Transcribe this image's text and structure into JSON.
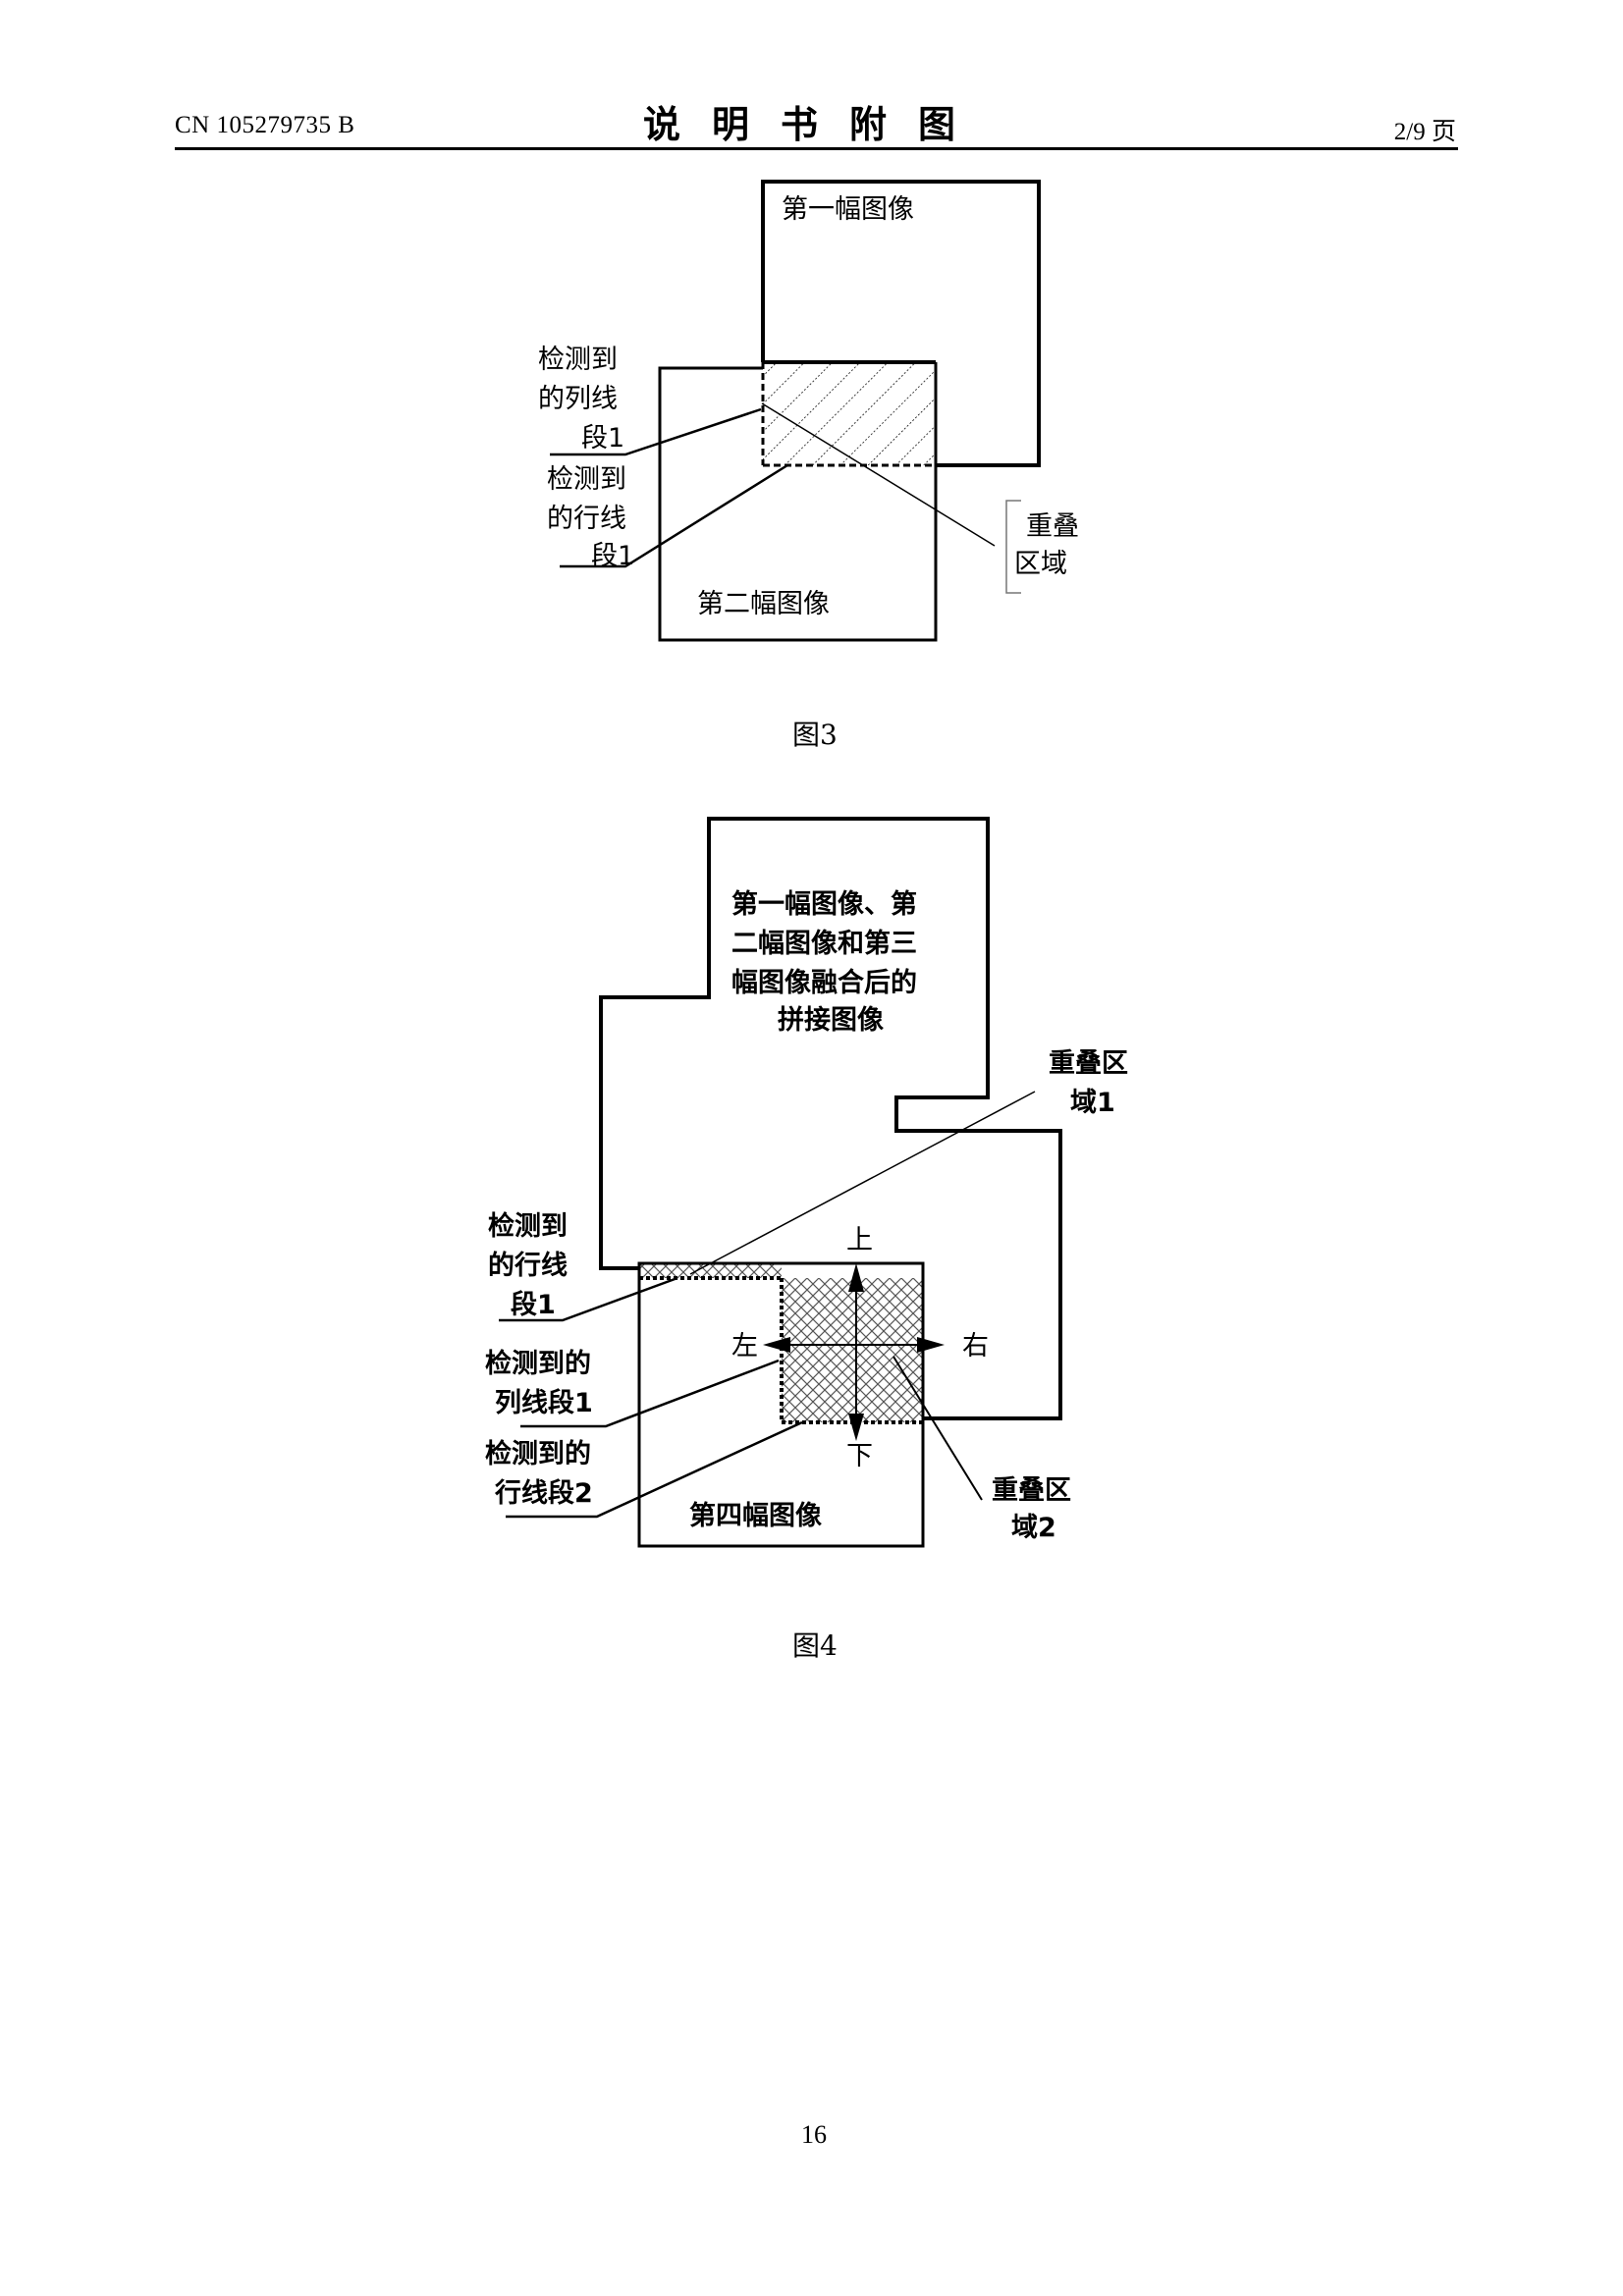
{
  "header": {
    "patent_number": "CN 105279735 B",
    "title": "说明书附图",
    "page_indicator": "2/9 页"
  },
  "figures": [
    {
      "caption": "图3",
      "labels": {
        "first_image": "第一幅图像",
        "second_image": "第二幅图像",
        "column_segment": [
          "检测到",
          "的列线",
          "段1"
        ],
        "row_segment": [
          "检测到",
          "的行线",
          "段1"
        ],
        "overlap_region": [
          "重叠",
          "区域"
        ]
      }
    },
    {
      "caption": "图4",
      "labels": {
        "stitched_image": [
          "第一幅图像、第",
          "二幅图像和第三",
          "幅图像融合后的",
          "拼接图像"
        ],
        "overlap_region_1": [
          "重叠区",
          "域1"
        ],
        "row_segment_1": [
          "检测到",
          "的行线",
          "段1"
        ],
        "column_segment_1": [
          "检测到的",
          "列线段1"
        ],
        "row_segment_2": [
          "检测到的",
          "行线段2"
        ],
        "fourth_image": "第四幅图像",
        "overlap_region_2": [
          "重叠区",
          "域2"
        ],
        "direction_up": "上",
        "direction_down": "下",
        "direction_left": "左",
        "direction_right": "右"
      }
    }
  ],
  "footer": {
    "page_number": "16"
  }
}
